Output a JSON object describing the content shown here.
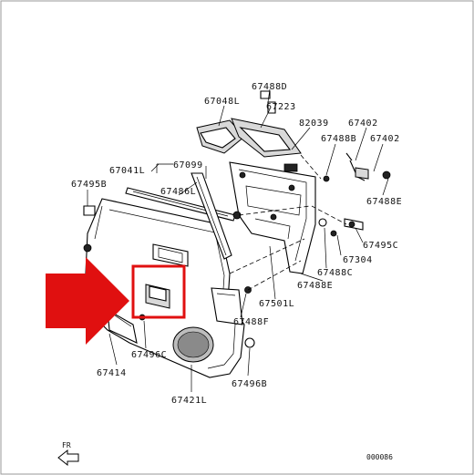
{
  "diagram": {
    "accent_color": "#e01010",
    "labels": [
      {
        "id": "67488D",
        "text": "67488D"
      },
      {
        "id": "67048L",
        "text": "67048L"
      },
      {
        "id": "67223",
        "text": "67223"
      },
      {
        "id": "82039",
        "text": "82039"
      },
      {
        "id": "67402a",
        "text": "67402"
      },
      {
        "id": "67488B",
        "text": "67488B"
      },
      {
        "id": "67402b",
        "text": "67402"
      },
      {
        "id": "67041L",
        "text": "67041L"
      },
      {
        "id": "67099",
        "text": "67099"
      },
      {
        "id": "67495B",
        "text": "67495B"
      },
      {
        "id": "67486L",
        "text": "67486L"
      },
      {
        "id": "67488E_r",
        "text": "67488E"
      },
      {
        "id": "67495C",
        "text": "67495C"
      },
      {
        "id": "67304",
        "text": "67304"
      },
      {
        "id": "67488C",
        "text": "67488C"
      },
      {
        "id": "67488E_b",
        "text": "67488E"
      },
      {
        "id": "67501L",
        "text": "67501L"
      },
      {
        "id": "67488F",
        "text": "67488F"
      },
      {
        "id": "67496C",
        "text": "67496C"
      },
      {
        "id": "67414",
        "text": "67414"
      },
      {
        "id": "67496B",
        "text": "67496B"
      },
      {
        "id": "67421L",
        "text": "67421L"
      }
    ],
    "front_marker": "FR",
    "figure_code": "000086"
  }
}
